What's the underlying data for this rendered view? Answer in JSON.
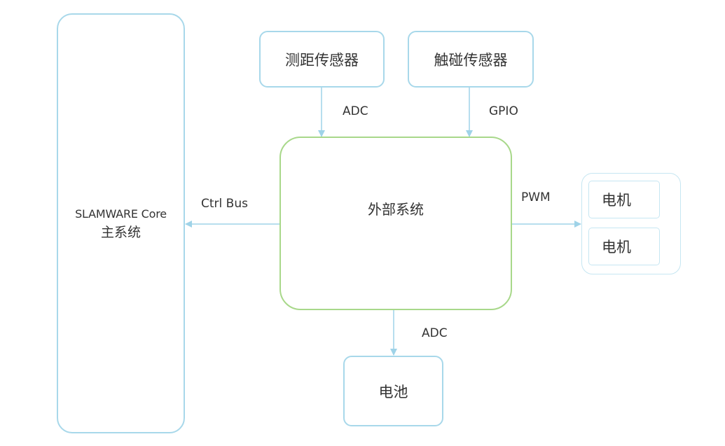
{
  "nodes": {
    "core_line1": "SLAMWARE Core",
    "core_line2": "主系统",
    "range_sensor": "测距传感器",
    "touch_sensor": "触碰传感器",
    "external_system": "外部系统",
    "battery": "电池",
    "motor_1": "电机",
    "motor_2": "电机"
  },
  "edges": {
    "range_to_external": "ADC",
    "touch_to_external": "GPIO",
    "external_to_core": "Ctrl Bus",
    "external_to_motors": "PWM",
    "external_to_battery": "ADC"
  },
  "colors": {
    "blue_border": "#a8d8ea",
    "green_border": "#a8d88a",
    "arrow": "#9fd3e8",
    "text": "#333333"
  }
}
